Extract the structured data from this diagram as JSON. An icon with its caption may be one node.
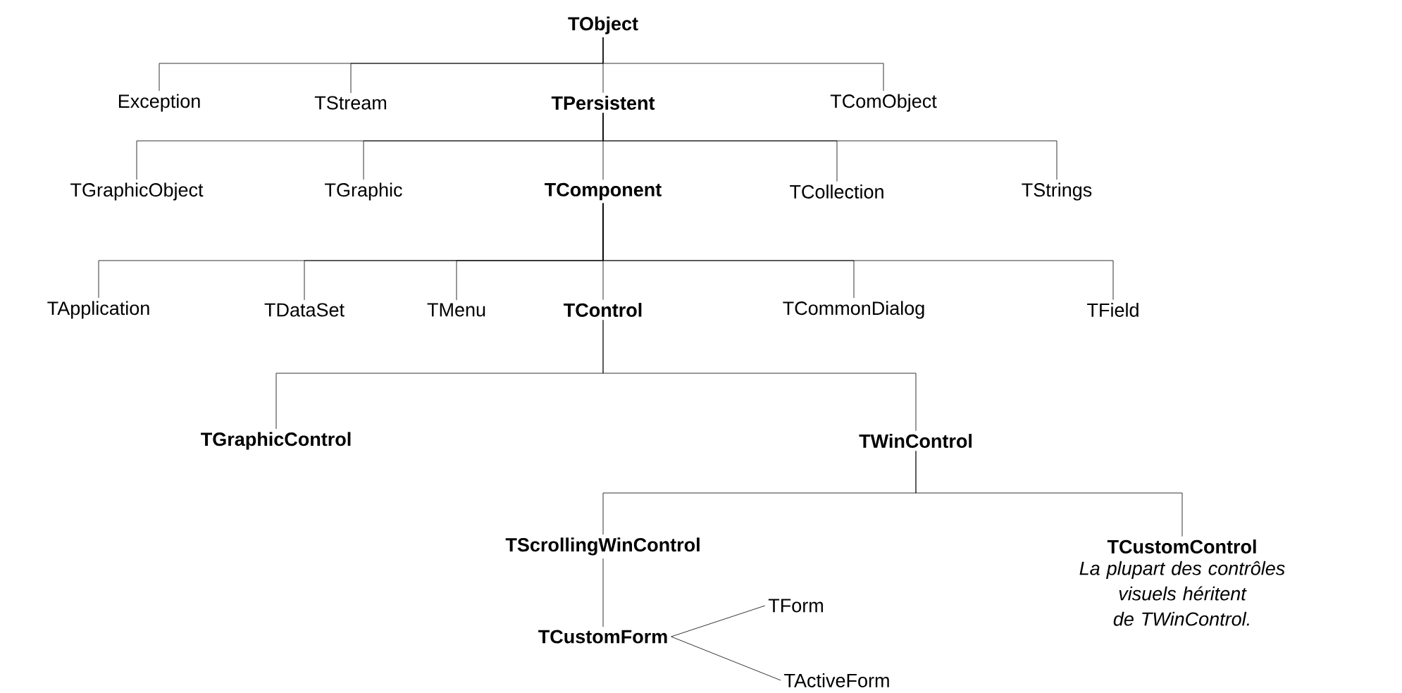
{
  "diagram": {
    "nodes": [
      {
        "text": [
          "TObject"
        ]
      },
      {
        "text": [
          "Exception"
        ]
      },
      {
        "text": [
          "TStream"
        ]
      },
      {
        "text": [
          "TPersistent"
        ]
      },
      {
        "text": [
          "TComObject"
        ]
      },
      {
        "text": [
          "TGraphicObject"
        ]
      },
      {
        "text": [
          "TGraphic"
        ]
      },
      {
        "text": [
          "TComponent"
        ]
      },
      {
        "text": [
          "TCollection"
        ]
      },
      {
        "text": [
          "TStrings"
        ]
      },
      {
        "text": [
          "TApplication"
        ]
      },
      {
        "text": [
          "TDataSet"
        ]
      },
      {
        "text": [
          "TMenu"
        ]
      },
      {
        "text": [
          "TControl"
        ]
      },
      {
        "text": [
          "TCommonDialog"
        ]
      },
      {
        "text": [
          "TField"
        ]
      },
      {
        "text": [
          "TGraphicControl"
        ]
      },
      {
        "text": [
          "TWinControl"
        ]
      },
      {
        "text": [
          "TScrollingWinControl"
        ]
      },
      {
        "text": [
          "TCustomControl"
        ],
        "beside": [
          "La plupart des contrôles visuels héritent de TWinControl."
        ]
      },
      {
        "text": [
          "TCustomForm"
        ]
      },
      {
        "text": [
          "TForm"
        ]
      },
      {
        "text": [
          "TActiveForm"
        ]
      }
    ],
    "edges": [
      {
        "from": 0,
        "to": 1,
        "arrow": "none"
      },
      {
        "from": 0,
        "to": 2,
        "arrow": "none"
      },
      {
        "from": 0,
        "to": 3,
        "arrow": "none"
      },
      {
        "from": 0,
        "to": 4,
        "arrow": "none"
      },
      {
        "from": 3,
        "to": 5,
        "arrow": "none"
      },
      {
        "from": 3,
        "to": 6,
        "arrow": "none"
      },
      {
        "from": 3,
        "to": 7,
        "arrow": "none"
      },
      {
        "from": 3,
        "to": 8,
        "arrow": "none"
      },
      {
        "from": 3,
        "to": 9,
        "arrow": "none"
      },
      {
        "from": 7,
        "to": 10,
        "arrow": "none"
      },
      {
        "from": 7,
        "to": 11,
        "arrow": "none"
      },
      {
        "from": 7,
        "to": 12,
        "arrow": "none"
      },
      {
        "from": 7,
        "to": 13,
        "arrow": "none"
      },
      {
        "from": 7,
        "to": 14,
        "arrow": "none"
      },
      {
        "from": 7,
        "to": 15,
        "arrow": "none"
      },
      {
        "from": 13,
        "to": 16,
        "arrow": "none"
      },
      {
        "from": 13,
        "to": 17,
        "arrow": "none"
      },
      {
        "from": 17,
        "to": 18,
        "arrow": "none"
      },
      {
        "from": 17,
        "to": 19,
        "arrow": "none"
      },
      {
        "from": 18,
        "to": 20,
        "arrow": "none"
      },
      {
        "from": 20,
        "to": 21,
        "arrow": "none"
      },
      {
        "from": 20,
        "to": 22,
        "arrow": "none"
      }
    ]
  }
}
